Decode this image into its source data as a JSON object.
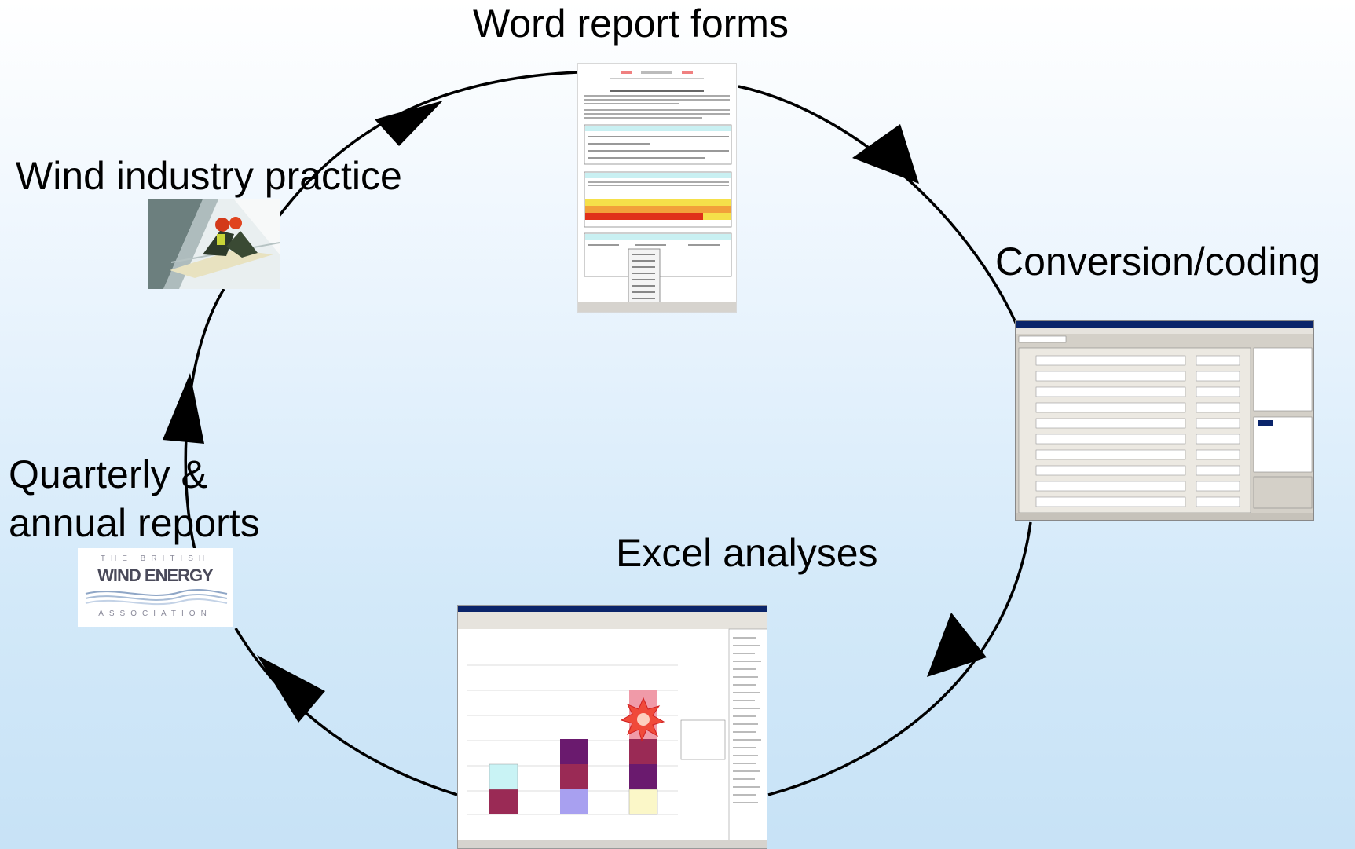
{
  "stages": {
    "word_forms": "Word report forms",
    "conversion": "Conversion/coding",
    "excel": "Excel analyses",
    "reports_line1": "Quarterly &",
    "reports_line2": "annual reports",
    "practice": "Wind industry practice"
  },
  "logo": {
    "top": "THE BRITISH",
    "main": "WIND ENERGY",
    "bottom": "ASSOCIATION"
  },
  "colors": {
    "arrow": "#000000",
    "form_header": "#c9f0f2",
    "risk_red": "#e0301a",
    "risk_orange": "#f2a03a",
    "risk_yellow": "#f5e04a",
    "bar_purple": "#6a1a6e",
    "bar_maroon": "#9a2a55",
    "bar_lavender": "#a8a0f0",
    "bar_cyan": "#c9f3f5",
    "bar_pink": "#f09aa8",
    "bar_pale_yellow": "#fbf7c8"
  }
}
